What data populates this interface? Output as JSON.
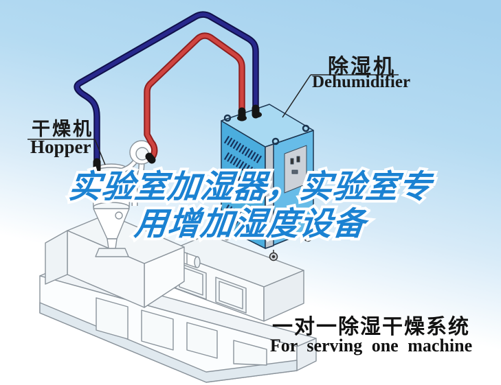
{
  "labels": {
    "dryer": {
      "zh": "干燥机",
      "en": "Hopper"
    },
    "dehumidifier": {
      "zh": "除湿机",
      "en": "Dehumidifier"
    }
  },
  "headline": {
    "line1": "实验室加湿器，实验室专",
    "line2": "用增加湿度设备"
  },
  "caption": {
    "title": "一对一除湿干燥系统",
    "subtitle": "For serving one machine"
  },
  "colors": {
    "background_top": "#a4d1ee",
    "background_bottom": "#ffffff",
    "headline_blue": "#1b82d2",
    "headline_outline": "#ffffff",
    "dehumidifier_left_face": "#4badde",
    "dehumidifier_right_face": "#67bce8",
    "dehumidifier_top_face": "#a8d9f2",
    "hose_red": "#cf4440",
    "hose_navy": "#28288c",
    "label_text": "#1a1a1a",
    "line_art_stroke": "#8a939b"
  },
  "icons": {
    "red_hose": "return-air-hose",
    "blue_hose": "dry-air-hose"
  }
}
